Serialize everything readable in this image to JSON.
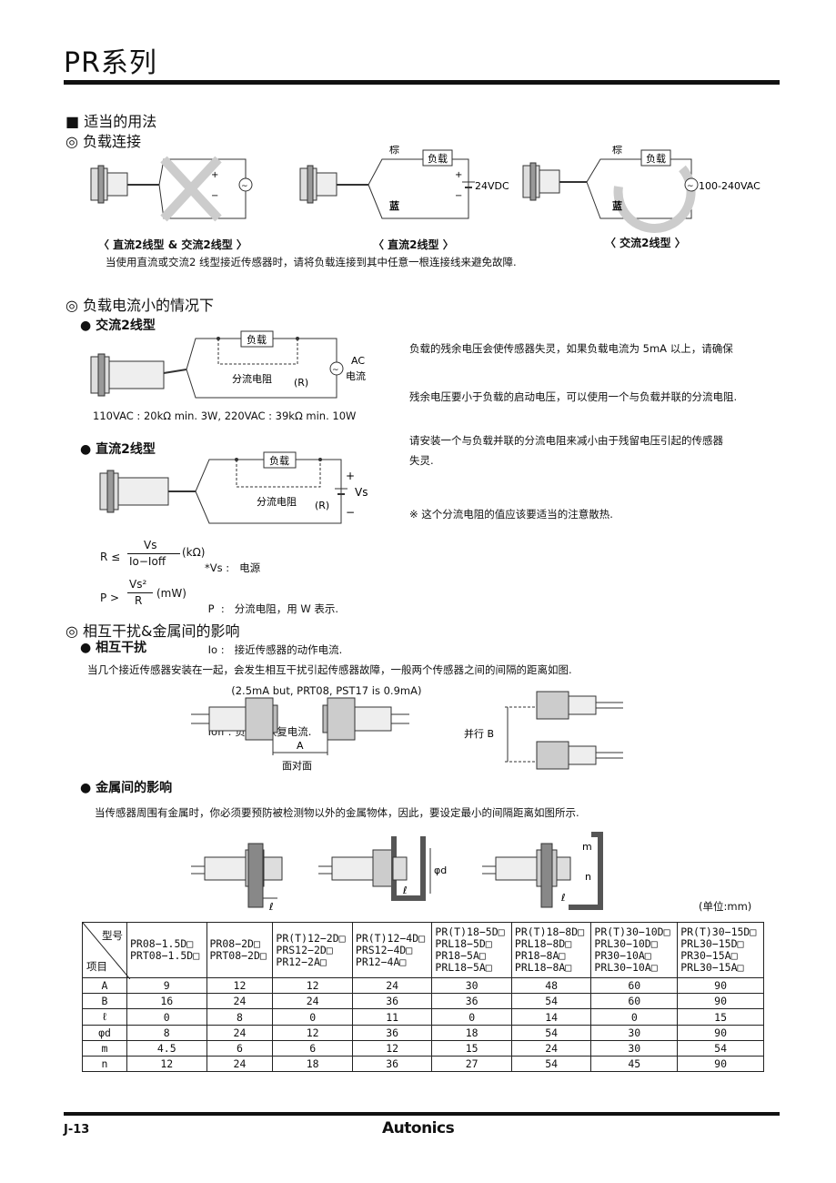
{
  "page": {
    "title": "PR系列",
    "page_number": "J-13",
    "brand": "Autonics"
  },
  "section_usage": {
    "heading": "■ 适当的用法",
    "load_connection": {
      "heading": "◎ 负载连接",
      "caption_both": "〈 直流2线型  & 交流2线型 〉",
      "caption_dc": "〈 直流2线型 〉",
      "caption_ac": "〈 交流2线型 〉",
      "note": "当使用直流或交流2 线型接近传感器时，请将负载连接到其中任意一根连接线来避免故障.",
      "label_brown": "棕",
      "label_blue": "蓝",
      "label_load": "负载",
      "dc_supply": "24VDC",
      "ac_supply": "100-240VAC",
      "plus": "+",
      "minus": "−"
    }
  },
  "section_small_load": {
    "heading": "◎ 负载电流小的情况下",
    "ac2": {
      "heading": "● 交流2线型",
      "load": "负载",
      "resistor": "分流电阻",
      "r": "(R)",
      "ac": "AC",
      "current": "电流",
      "spec": "110VAC : 20kΩ min. 3W, 220VAC : 39kΩ min. 10W"
    },
    "dc2": {
      "heading": "● 直流2线型",
      "load": "负载",
      "resistor": "分流电阻",
      "r": "(R)",
      "vs": "Vs",
      "plus": "+",
      "minus": "−"
    },
    "para1": "负载的残余电压会使传感器失灵，如果负载电流为 5mA 以上，请确保",
    "para2": "残余电压要小于负载的启动电压，可以使用一个与负载并联的分流电阻.",
    "para3a": "请安装一个与负载并联的分流电阻来减小由于残留电压引起的传感器",
    "para3b": "失灵.",
    "note": "※ 这个分流电阻的值应该要适当的注意散热.",
    "formula": {
      "r_left": "R ≤",
      "r_num": "Vs",
      "r_den": "Io−Ioff",
      "r_unit": "(kΩ)",
      "p_left": "P >",
      "p_num": "Vs²",
      "p_den": "R",
      "p_unit": "(mW)",
      "defs": [
        "*Vs :   电源",
        " P  :   分流电阻，用 W 表示.",
        " Io :   接近传感器的动作电流.",
        "        (2.5mA but, PRT08, PST17 is 0.9mA)",
        " Ioff : 负载的恢复电流."
      ]
    }
  },
  "section_interference": {
    "heading": "◎ 相互干扰&金属间的影响",
    "mutual": {
      "heading": "● 相互干扰",
      "text": "当几个接近传感器安装在一起，会发生相互干扰引起传感器故障，一般两个传感器之间的间隔的距离如图.",
      "label_a": "A",
      "label_face": "面对面",
      "label_parallel": "并行 B"
    },
    "metal": {
      "heading": "● 金属间的影响",
      "text": "当传感器周围有金属时，你必须要预防被检测物以外的金属物体，因此，要设定最小的间隔距离如图所示.",
      "label_l": "ℓ",
      "label_d": "φd",
      "label_m": "m",
      "label_n": "n"
    },
    "unit": "(单位:mm)"
  },
  "table": {
    "corner_top": "型号",
    "corner_bottom": "项目",
    "models": [
      [
        "PR08−1.5D□",
        "PRT08−1.5D□"
      ],
      [
        "PR08−2D□",
        "PRT08−2D□"
      ],
      [
        "PR(T)12−2D□",
        "PRS12−2D□",
        "PR12−2A□"
      ],
      [
        "PR(T)12−4D□",
        "PRS12−4D□",
        "PR12−4A□"
      ],
      [
        "PR(T)18−5D□",
        "PRL18−5D□",
        "PR18−5A□",
        "PRL18−5A□"
      ],
      [
        "PR(T)18−8D□",
        "PRL18−8D□",
        "PR18−8A□",
        "PRL18−8A□"
      ],
      [
        "PR(T)30−10D□",
        "PRL30−10D□",
        "PR30−10A□",
        "PRL30−10A□"
      ],
      [
        "PR(T)30−15D□",
        "PRL30−15D□",
        "PR30−15A□",
        "PRL30−15A□"
      ]
    ],
    "rows": [
      {
        "item": "A",
        "values": [
          "9",
          "12",
          "12",
          "24",
          "30",
          "48",
          "60",
          "90"
        ]
      },
      {
        "item": "B",
        "values": [
          "16",
          "24",
          "24",
          "36",
          "36",
          "54",
          "60",
          "90"
        ]
      },
      {
        "item": "ℓ",
        "values": [
          "0",
          "8",
          "0",
          "11",
          "0",
          "14",
          "0",
          "15"
        ]
      },
      {
        "item": "φd",
        "values": [
          "8",
          "24",
          "12",
          "36",
          "18",
          "54",
          "30",
          "90"
        ]
      },
      {
        "item": "m",
        "values": [
          "4.5",
          "6",
          "6",
          "12",
          "15",
          "24",
          "30",
          "54"
        ]
      },
      {
        "item": "n",
        "values": [
          "12",
          "24",
          "18",
          "36",
          "27",
          "54",
          "45",
          "90"
        ]
      }
    ]
  }
}
